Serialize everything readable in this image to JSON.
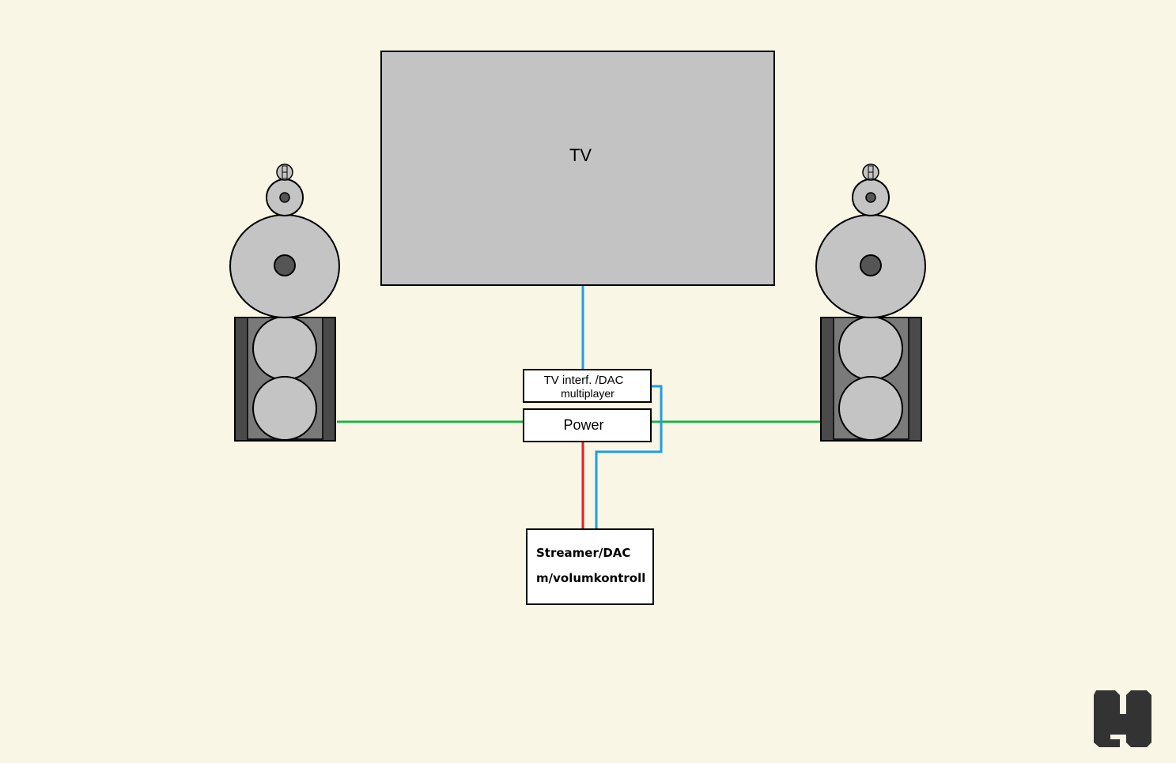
{
  "diagram": {
    "tv_label": "TV",
    "interface_line1": "TV interf. /DAC",
    "interface_line2": "multiplayer",
    "power_label": "Power",
    "streamer_line1": "Streamer/DAC",
    "streamer_line2": "m/volumkontroll"
  },
  "colors": {
    "background": "#f9f6e6",
    "tv_fill": "#c3c3c3",
    "cable_digital": "#1aa0e0",
    "cable_speaker": "#22b04a",
    "cable_power": "#e0201c",
    "cabinet_dark": "#4a4a4a",
    "cabinet_mid": "#7a7a7a",
    "driver_fill": "#c4c4c4",
    "driver_center": "#555555",
    "logo": "#333333"
  },
  "icons": [
    "speaker-left-icon",
    "speaker-right-icon",
    "site-logo-icon"
  ]
}
